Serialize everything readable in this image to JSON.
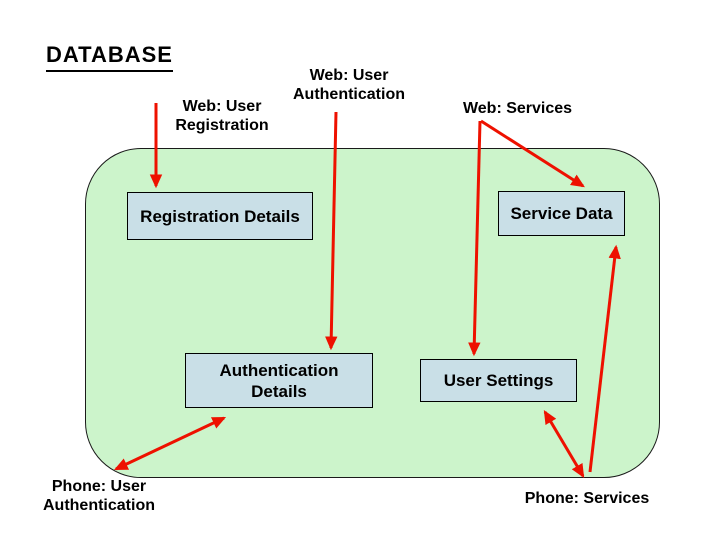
{
  "title": "DATABASE",
  "diagram": {
    "nodes": [
      {
        "id": "registration-details",
        "label": "Registration Details"
      },
      {
        "id": "service-data",
        "label": "Service Data"
      },
      {
        "id": "authentication-details",
        "label": "Authentication Details"
      },
      {
        "id": "user-settings",
        "label": "User Settings"
      }
    ],
    "external_labels": [
      {
        "id": "web-user-registration",
        "label": "Web: User Registration"
      },
      {
        "id": "web-user-authentication",
        "label": "Web: User Authentication"
      },
      {
        "id": "web-services",
        "label": "Web: Services"
      },
      {
        "id": "phone-user-authentication",
        "label": "Phone: User Authentication"
      },
      {
        "id": "phone-services",
        "label": "Phone: Services"
      }
    ],
    "arrows": [
      {
        "from": "web-user-registration",
        "to": "registration-details",
        "bidirectional": false
      },
      {
        "from": "web-user-authentication",
        "to": "authentication-details",
        "bidirectional": false
      },
      {
        "from": "web-services",
        "to": "service-data",
        "bidirectional": false
      },
      {
        "from": "web-services",
        "to": "user-settings",
        "bidirectional": false
      },
      {
        "from": "phone-user-authentication",
        "to": "authentication-details",
        "bidirectional": true
      },
      {
        "from": "phone-services",
        "to": "user-settings",
        "bidirectional": true
      },
      {
        "from": "phone-services",
        "to": "service-data",
        "bidirectional": false
      }
    ],
    "colors": {
      "container_fill": "#ccf4cb",
      "node_fill": "#c9dfe7",
      "arrow": "#ee1100",
      "border": "#000000",
      "text": "#000000"
    }
  }
}
